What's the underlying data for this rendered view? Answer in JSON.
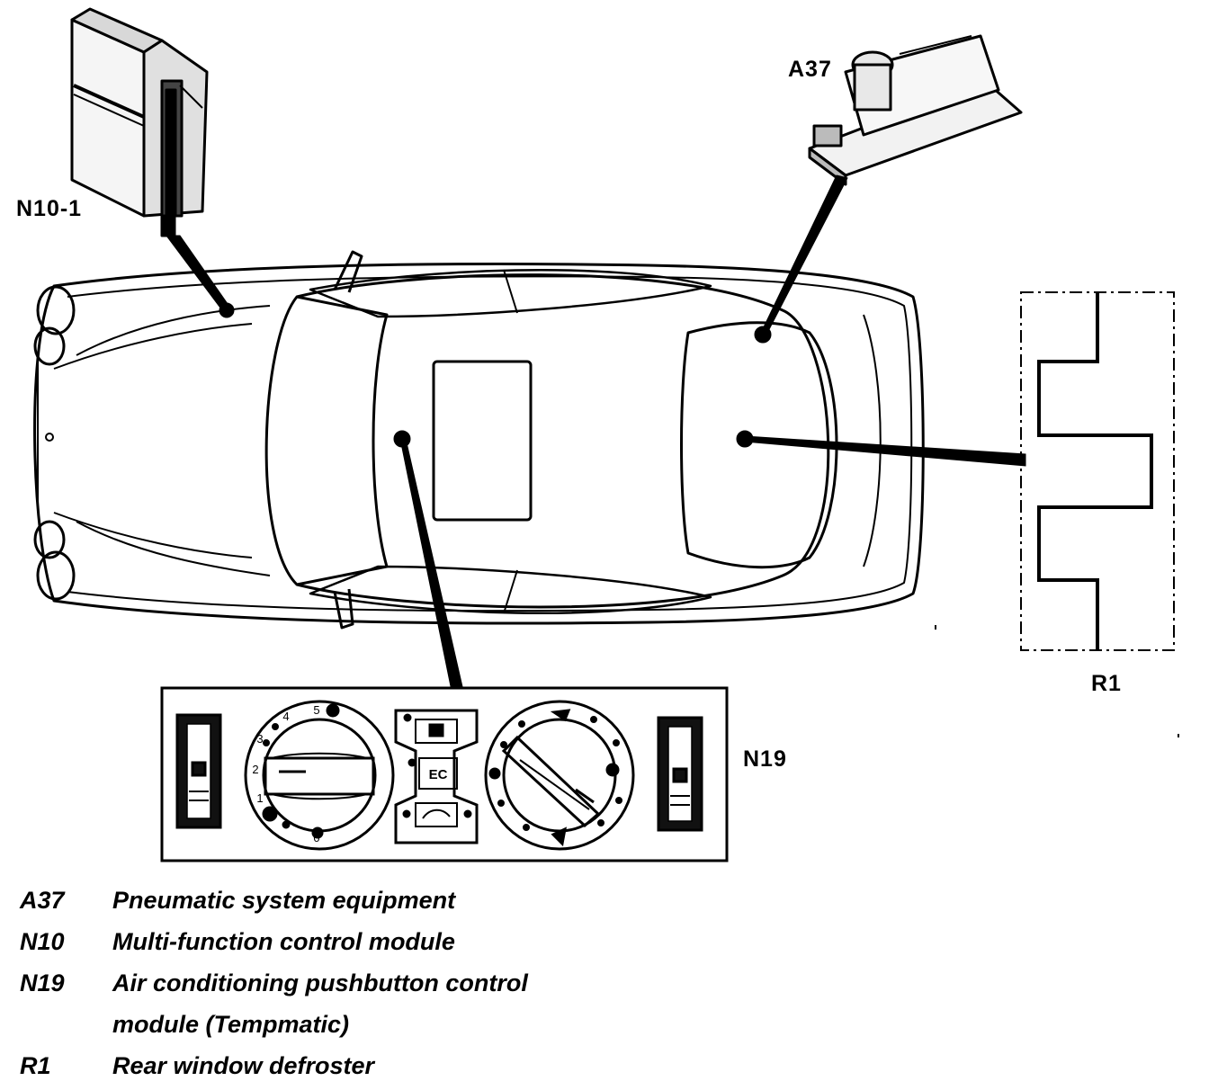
{
  "callouts": {
    "a37": "A37",
    "n10_1": "N10-1",
    "r1": "R1",
    "n19": "N19"
  },
  "panel": {
    "ec_label": "EC",
    "left_dial_marks": [
      "0",
      "1",
      "2",
      "3",
      "4",
      "5"
    ]
  },
  "legend": [
    {
      "code": "A37",
      "description": "Pneumatic system equipment"
    },
    {
      "code": "N10",
      "description": "Multi-function control module"
    },
    {
      "code": "N19",
      "description": "Air conditioning pushbutton control"
    },
    {
      "code": "",
      "description": "module (Tempmatic)"
    },
    {
      "code": "R1",
      "description": "Rear window defroster"
    }
  ]
}
